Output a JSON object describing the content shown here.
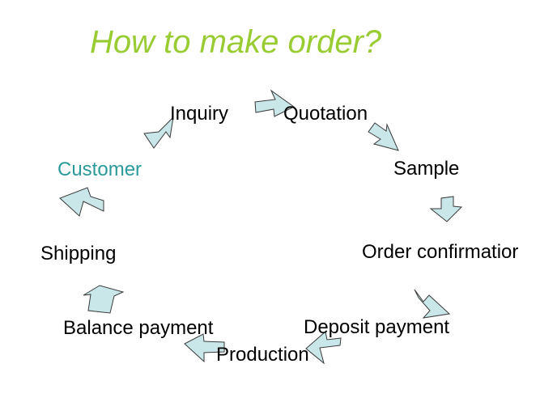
{
  "diagram": {
    "title": "How to make order?",
    "steps": [
      {
        "id": "inquiry",
        "label": "Inquiry"
      },
      {
        "id": "quotation",
        "label": "Quotation"
      },
      {
        "id": "sample",
        "label": "Sample"
      },
      {
        "id": "order-confirmation",
        "label": "Order confirmatior"
      },
      {
        "id": "deposit-payment",
        "label": "Deposit payment"
      },
      {
        "id": "production",
        "label": "Production"
      },
      {
        "id": "balance-payment",
        "label": "Balance payment"
      },
      {
        "id": "shipping",
        "label": "Shipping"
      },
      {
        "id": "customer",
        "label": "Customer"
      }
    ]
  },
  "colors": {
    "title": "#99cc33",
    "text": "#000000",
    "customer": "#2b9a9a",
    "arrow_fill": "#c9e6e8",
    "arrow_stroke": "#3a3a3a"
  }
}
